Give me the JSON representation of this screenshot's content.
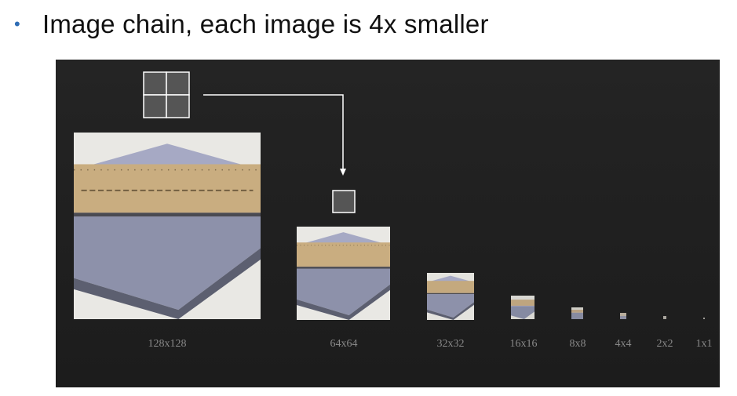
{
  "heading": {
    "bullet": "•",
    "text": "Image chain, each image is 4x smaller"
  },
  "panel": {
    "background": "#222222",
    "images": [
      {
        "label": "128x128"
      },
      {
        "label": "64x64"
      },
      {
        "label": "32x32"
      },
      {
        "label": "16x16"
      },
      {
        "label": "8x8"
      },
      {
        "label": "4x4"
      },
      {
        "label": "2x2"
      },
      {
        "label": "1x1"
      }
    ]
  },
  "colors": {
    "bullet": "#2f6db5",
    "label": "#8a8a8a",
    "icon_stroke": "#ffffff",
    "icon_fill": "#555555"
  }
}
